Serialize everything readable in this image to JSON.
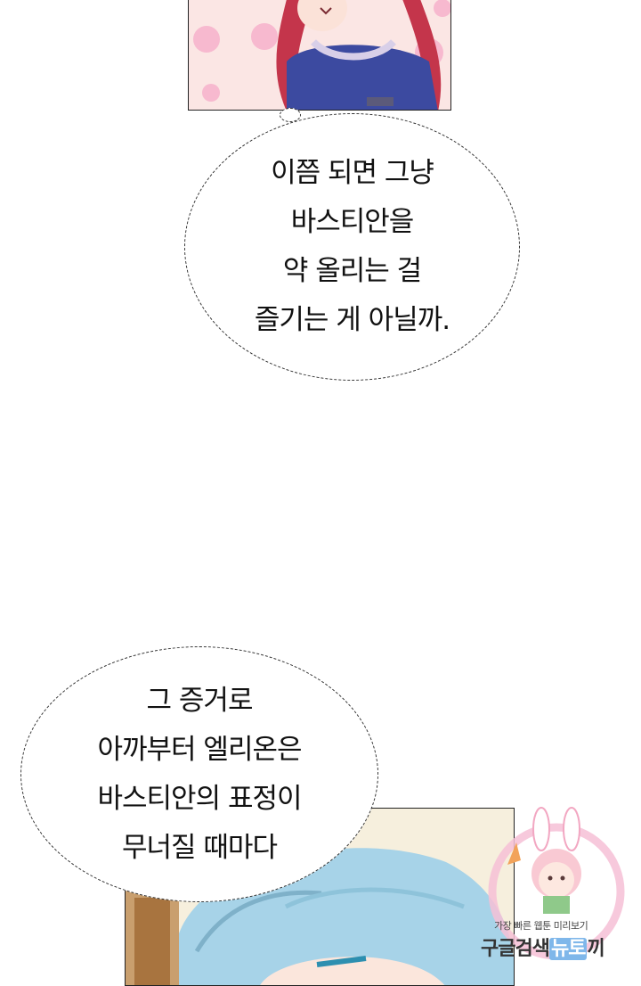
{
  "bubble_1": {
    "lines": [
      "이쯤 되면 그냥",
      "바스티안을",
      "약 올리는 걸",
      "즐기는 게 아닐까."
    ]
  },
  "bubble_2": {
    "lines": [
      "그 증거로",
      "아까부터 엘리온은",
      "바스티안의 표정이",
      "무너질 때마다"
    ]
  },
  "watermark": {
    "line1": "가장 빠른 웹툰 미리보기",
    "line2_a": "구글검색",
    "line2_b": "뉴토",
    "line2_c": "끼"
  }
}
